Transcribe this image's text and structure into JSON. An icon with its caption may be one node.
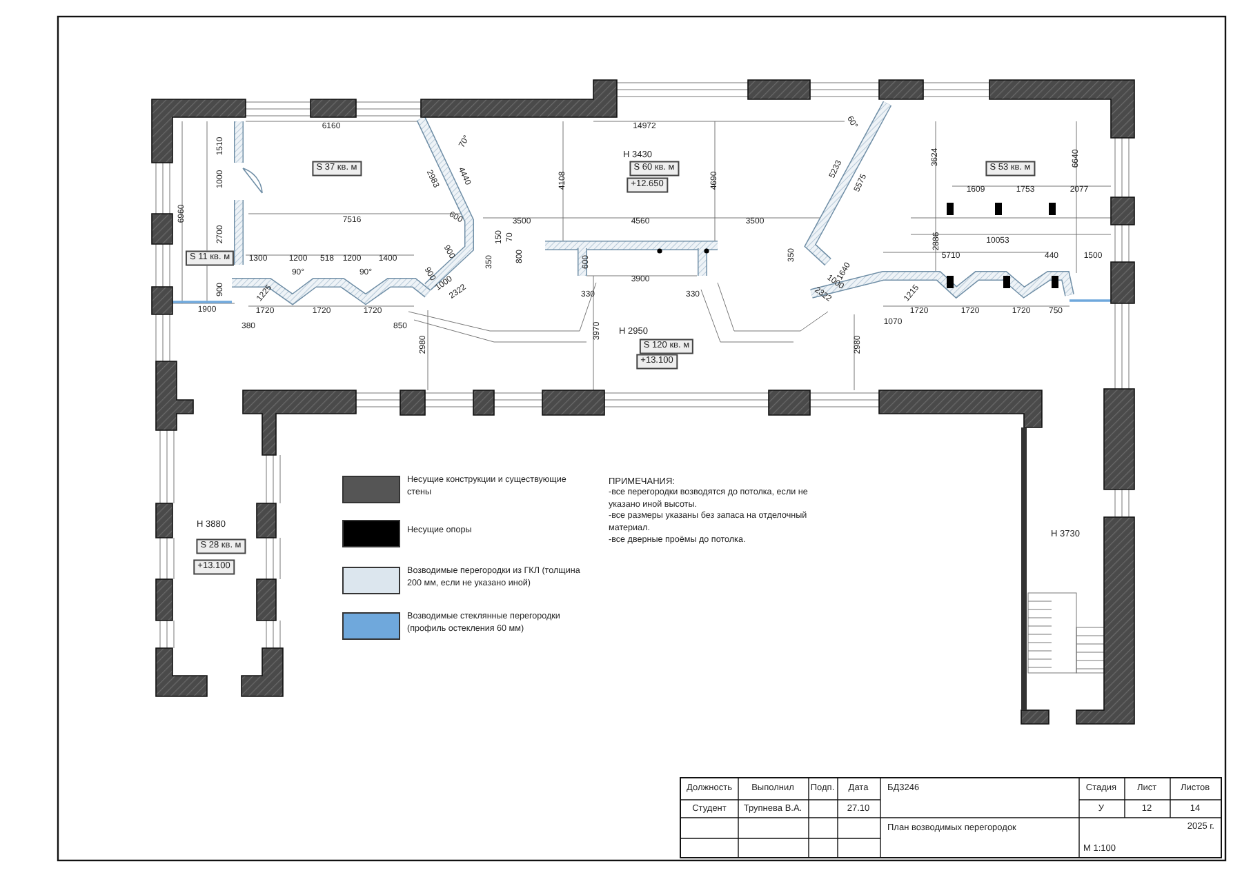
{
  "diagram": {
    "labels": [
      "6160",
      "14972",
      "70°",
      "60°",
      "1510",
      "3624",
      "6640",
      "H 3430",
      "1000",
      "S 37 кв. м",
      "2983",
      "4440",
      "4108",
      "S 60 кв. м",
      "+12.650",
      "4690",
      "5233",
      "5575",
      "S 53 кв. м",
      "1609",
      "1753",
      "2077",
      "6960",
      "600",
      "7516",
      "3500",
      "4560",
      "3500",
      "2700",
      "150",
      "70",
      "2886",
      "10053",
      "900",
      "350",
      "800",
      "350",
      "S 11 кв. м",
      "1300",
      "1200",
      "518",
      "1200",
      "1400",
      "5710",
      "440",
      "1500",
      "600",
      "900",
      "1225",
      "90°",
      "90°",
      "900",
      "1000",
      "2322",
      "330",
      "3900",
      "330",
      "2322",
      "1000",
      "1640",
      "1215",
      "1900",
      "1720",
      "1720",
      "1720",
      "1720",
      "1720",
      "1720",
      "750",
      "1070",
      "380",
      "850",
      "3970",
      "H 2950",
      "2980",
      "2980",
      "S 120 кв. м",
      "+13.100",
      "ПРИМЕЧАНИЯ:",
      "-все перегородки возводятся до потолка, если не указано иной высоты.",
      "-все размеры указаны без запаса на отделочный материал.",
      "-все дверные проёмы до потолка.",
      "H 3880",
      "S 28 кв. м",
      "H 3730",
      "+13.100",
      "Должность",
      "Выполнил",
      "Подп.",
      "Дата",
      "БД3246",
      "Стадия",
      "Лист",
      "Листов",
      "Студент",
      "Трупнева В.А.",
      "27.10",
      "У",
      "12",
      "14",
      "План возводимых перегородок",
      "2025 г.",
      "М 1:100"
    ],
    "legend": [
      {
        "text": "Несущие конструкции и существующие стены",
        "color": "#555555"
      },
      {
        "text": "Несущие опоры",
        "color": "#000000"
      },
      {
        "text": "Возводимые перегородки из ГКЛ (толщина 200 мм, если не указано иной)",
        "color": "#dce6ee"
      },
      {
        "text": "Возводимые стеклянные перегородки (профиль остекления 60 мм)",
        "color": "#6fa8dc"
      }
    ]
  }
}
